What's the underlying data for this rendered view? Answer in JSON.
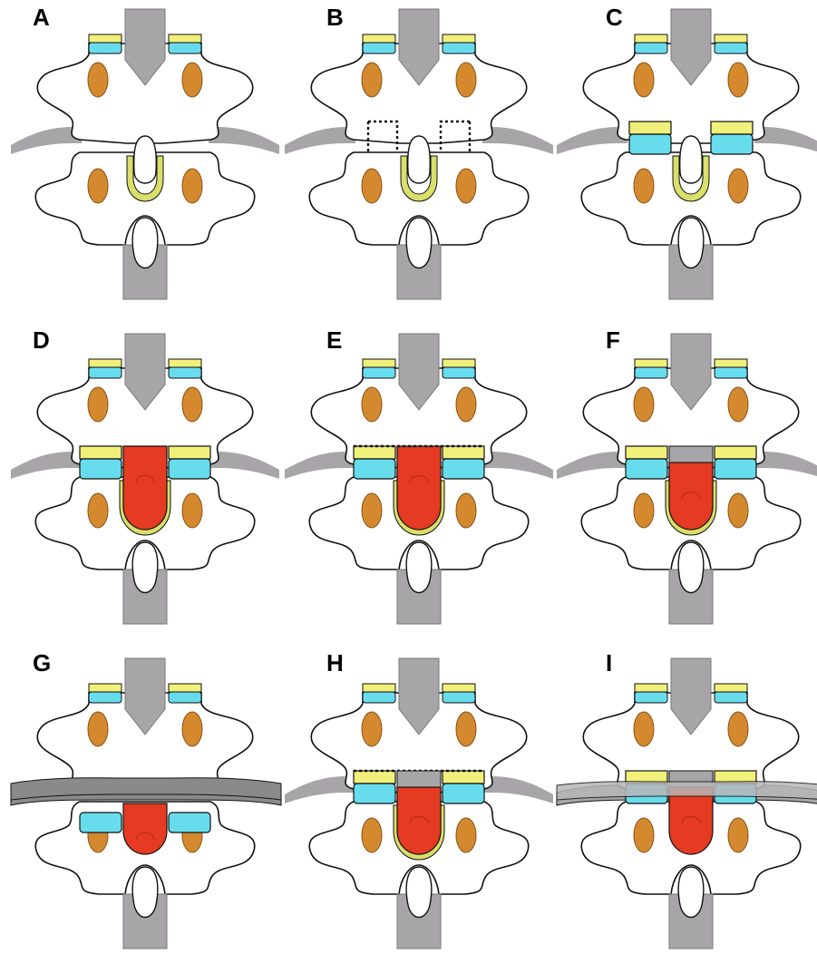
{
  "panels": [
    {
      "label": "A",
      "variant": "baseline"
    },
    {
      "label": "B",
      "variant": "outlined"
    },
    {
      "label": "C",
      "variant": "upper-layers"
    },
    {
      "label": "D",
      "variant": "red-block"
    },
    {
      "label": "E",
      "variant": "red-dotted"
    },
    {
      "label": "F",
      "variant": "red-grey-cap"
    },
    {
      "label": "G",
      "variant": "dark-band"
    },
    {
      "label": "H",
      "variant": "grey-cap-dotted"
    },
    {
      "label": "I",
      "variant": "light-band"
    }
  ],
  "colors": {
    "outline": "#111111",
    "grey": "#a7a5a8",
    "dark_grey": "#8a8a8a",
    "yellow": "#f1f07a",
    "cyan": "#67dced",
    "orange": "#d4892f",
    "orange_stroke": "#8a5216",
    "red": "#e43b22",
    "yellow_green": "#d8df6a",
    "white": "#ffffff"
  }
}
